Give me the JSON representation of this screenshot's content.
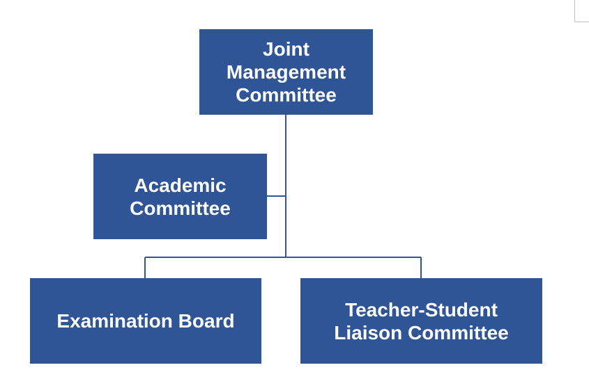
{
  "diagram": {
    "nodes": {
      "joint_management_committee": "Joint\nManagement\nCommittee",
      "academic_committee": "Academic\nCommittee",
      "examination_board": "Examination Board",
      "teacher_student_liaison_committee": "Teacher-Student\nLiaison Committee"
    },
    "colors": {
      "node_fill": "#2f5597",
      "node_text": "#ffffff",
      "connector": "#2f5597"
    },
    "relations": [
      {
        "from": "joint_management_committee",
        "to": "academic_committee",
        "type": "assistant"
      },
      {
        "from": "joint_management_committee",
        "to": "examination_board",
        "type": "subordinate"
      },
      {
        "from": "joint_management_committee",
        "to": "teacher_student_liaison_committee",
        "type": "subordinate"
      }
    ]
  }
}
